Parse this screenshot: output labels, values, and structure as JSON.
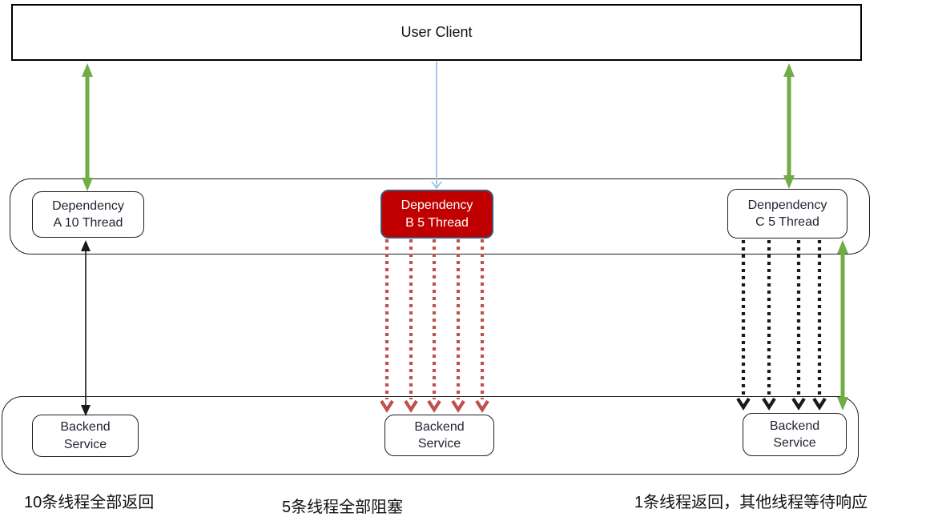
{
  "nodes": {
    "user_client": {
      "label": "User Client"
    },
    "dependency_a": {
      "line1": "Dependency",
      "line2": "A 10 Thread"
    },
    "dependency_b": {
      "line1": "Dependency",
      "line2": "B 5 Thread"
    },
    "dependency_c": {
      "line1": "Denpendency",
      "line2": "C 5 Thread"
    },
    "backend_a": {
      "line1": "Backend",
      "line2": "Service"
    },
    "backend_b": {
      "line1": "Backend",
      "line2": "Service"
    },
    "backend_c": {
      "line1": "Backend",
      "line2": "Service"
    }
  },
  "captions": {
    "left": "10条线程全部返回",
    "middle": "5条线程全部阻塞",
    "right": "1条线程返回，其他线程等待响应"
  },
  "arrows": {
    "client_to_dep_a": {
      "style": "solid-double-headed",
      "color": "#70AD47"
    },
    "client_to_dep_b": {
      "style": "thin-solid-down",
      "color": "#9DC3E6"
    },
    "client_to_dep_c": {
      "style": "solid-double-headed",
      "color": "#70AD47"
    },
    "dep_a_to_backend": {
      "style": "thin-solid-double-headed",
      "color": "#1A1A1A"
    },
    "dep_b_to_backend_blocked": {
      "style": "dotted-down",
      "color": "#C0504D",
      "count": 5
    },
    "dep_c_to_backend_waiting": {
      "style": "dotted-down",
      "color": "#1A1A1A",
      "count": 4
    },
    "dep_c_to_backend_returned": {
      "style": "solid-double-headed",
      "color": "#70AD47",
      "count": 1
    }
  },
  "colors": {
    "green_arrow": "#70AD47",
    "blue_arrow": "#9DC3E6",
    "red_dotted": "#C0504D",
    "red_fill": "#C00000",
    "red_box_border": "#3E5375",
    "black": "#1A1A1A",
    "box_text": "#1F2430",
    "background": "#FFFFFF"
  }
}
